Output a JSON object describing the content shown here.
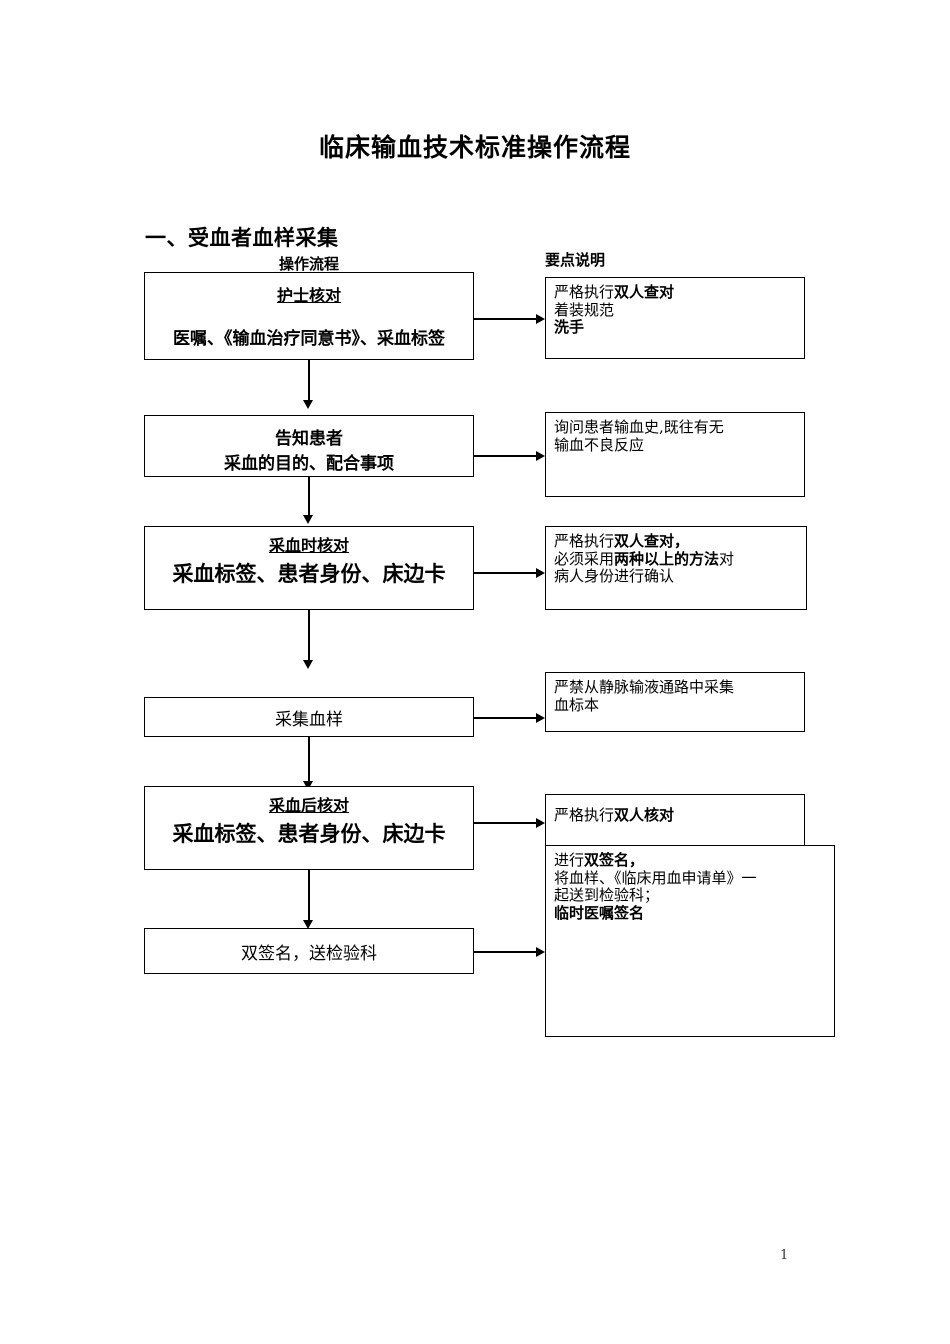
{
  "document": {
    "title": "临床输血技术标准操作流程",
    "section_heading": "一、受血者血样采集",
    "page_number": "1"
  },
  "columns": {
    "flow_header": "操作流程",
    "notes_header": "要点说明"
  },
  "flow_steps": [
    {
      "id": "step-1",
      "heading": "护士核对",
      "body": "医嘱、《输血治疗同意书》、采血标签"
    },
    {
      "id": "step-2",
      "line1": "告知患者",
      "line2": "采血的目的、配合事项"
    },
    {
      "id": "step-3",
      "heading": "采血时核对",
      "body": "采血标签、患者身份、床边卡"
    },
    {
      "id": "step-4",
      "body": "采集血样"
    },
    {
      "id": "step-5",
      "heading": "采血后核对",
      "body": "采血标签、患者身份、床边卡"
    },
    {
      "id": "step-6",
      "body": "双签名，送检验科"
    }
  ],
  "notes": [
    {
      "id": "note-1",
      "line1_plain": "严格执行",
      "line1_bold": "双人查对",
      "line2_plain": "着装规范",
      "line3_bold": "洗手"
    },
    {
      "id": "note-2",
      "line1_plain": "询问患者输血史,既往有无",
      "line2_plain": "输血不良反应"
    },
    {
      "id": "note-3",
      "line1_plain": "严格执行",
      "line1_bold": "双人查对，",
      "line2_plain": "必须采用",
      "line2_bold": "两种以上的方法",
      "line2_tail": "对",
      "line3_plain": "病人身份进行确认"
    },
    {
      "id": "note-4",
      "line1_plain": "严禁从静脉输液通路中采集",
      "line2_plain": "血标本"
    },
    {
      "id": "note-5",
      "line1_plain": "严格执行",
      "line1_bold": "双人核对"
    },
    {
      "id": "note-6",
      "line1_plain": "进行",
      "line1_bold": "双签名，",
      "line2_plain": "将血样、《临床用血申请单》一",
      "line3_plain": "起送到检验科；",
      "line4_bold": "临时医嘱签名"
    }
  ]
}
